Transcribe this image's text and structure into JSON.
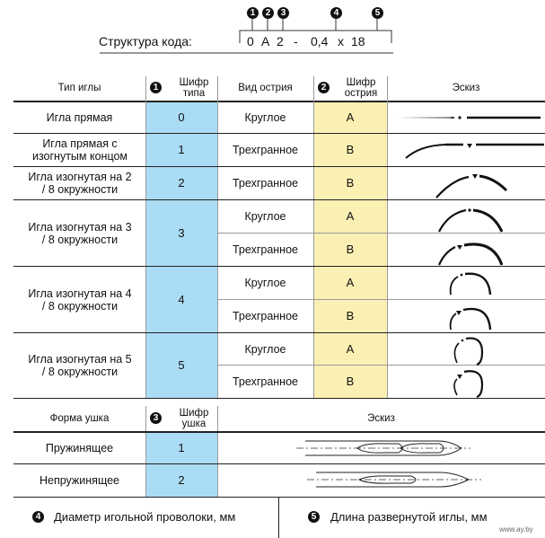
{
  "code_structure": {
    "label": "Структура кода:",
    "markers": [
      "1",
      "2",
      "3",
      "4",
      "5"
    ],
    "parts": [
      "0",
      "А",
      "2",
      "-",
      "0,4",
      "х",
      "18"
    ]
  },
  "main_table": {
    "headers": {
      "needle_type": "Тип иглы",
      "type_code_marker": "1",
      "type_code": "Шифр типа",
      "point_kind": "Вид острия",
      "point_code_marker": "2",
      "point_code": "Шифр острия",
      "sketch": "Эскиз"
    },
    "rows": [
      {
        "type": "Игла прямая",
        "type_code": "0",
        "points": [
          {
            "kind": "Круглое",
            "code": "А"
          }
        ]
      },
      {
        "type": "Игла прямая с изогнутым концом",
        "type_code": "1",
        "points": [
          {
            "kind": "Трехгранное",
            "code": "В"
          }
        ]
      },
      {
        "type": "Игла изогнутая на 2 / 8 окружности",
        "type_code": "2",
        "points": [
          {
            "kind": "Трехгранное",
            "code": "В"
          }
        ]
      },
      {
        "type": "Игла изогнутая на 3 / 8 окружности",
        "type_code": "3",
        "points": [
          {
            "kind": "Круглое",
            "code": "А"
          },
          {
            "kind": "Трехгранное",
            "code": "В"
          }
        ]
      },
      {
        "type": "Игла изогнутая на 4 / 8 окружности",
        "type_code": "4",
        "points": [
          {
            "kind": "Круглое",
            "code": "А"
          },
          {
            "kind": "Трехгранное",
            "code": "В"
          }
        ]
      },
      {
        "type": "Игла изогнутая на 5 / 8 окружности",
        "type_code": "5",
        "points": [
          {
            "kind": "Круглое",
            "code": "А"
          },
          {
            "kind": "Трехгранное",
            "code": "В"
          }
        ]
      }
    ]
  },
  "eye_table": {
    "headers": {
      "eye_form": "Форма ушка",
      "eye_code_marker": "3",
      "eye_code": "Шифр ушка",
      "sketch": "Эскиз"
    },
    "rows": [
      {
        "form": "Пружинящее",
        "code": "1"
      },
      {
        "form": "Непружинящее",
        "code": "2"
      }
    ]
  },
  "footer": {
    "marker_4": "4",
    "diameter": "Диаметр игольной проволоки, мм",
    "marker_5": "5",
    "length": "Длина развернутой иглы, мм"
  },
  "watermark": "www.ay.by",
  "colors": {
    "type_code_fill": "#abdcf5",
    "point_code_fill": "#fbf0b3"
  }
}
